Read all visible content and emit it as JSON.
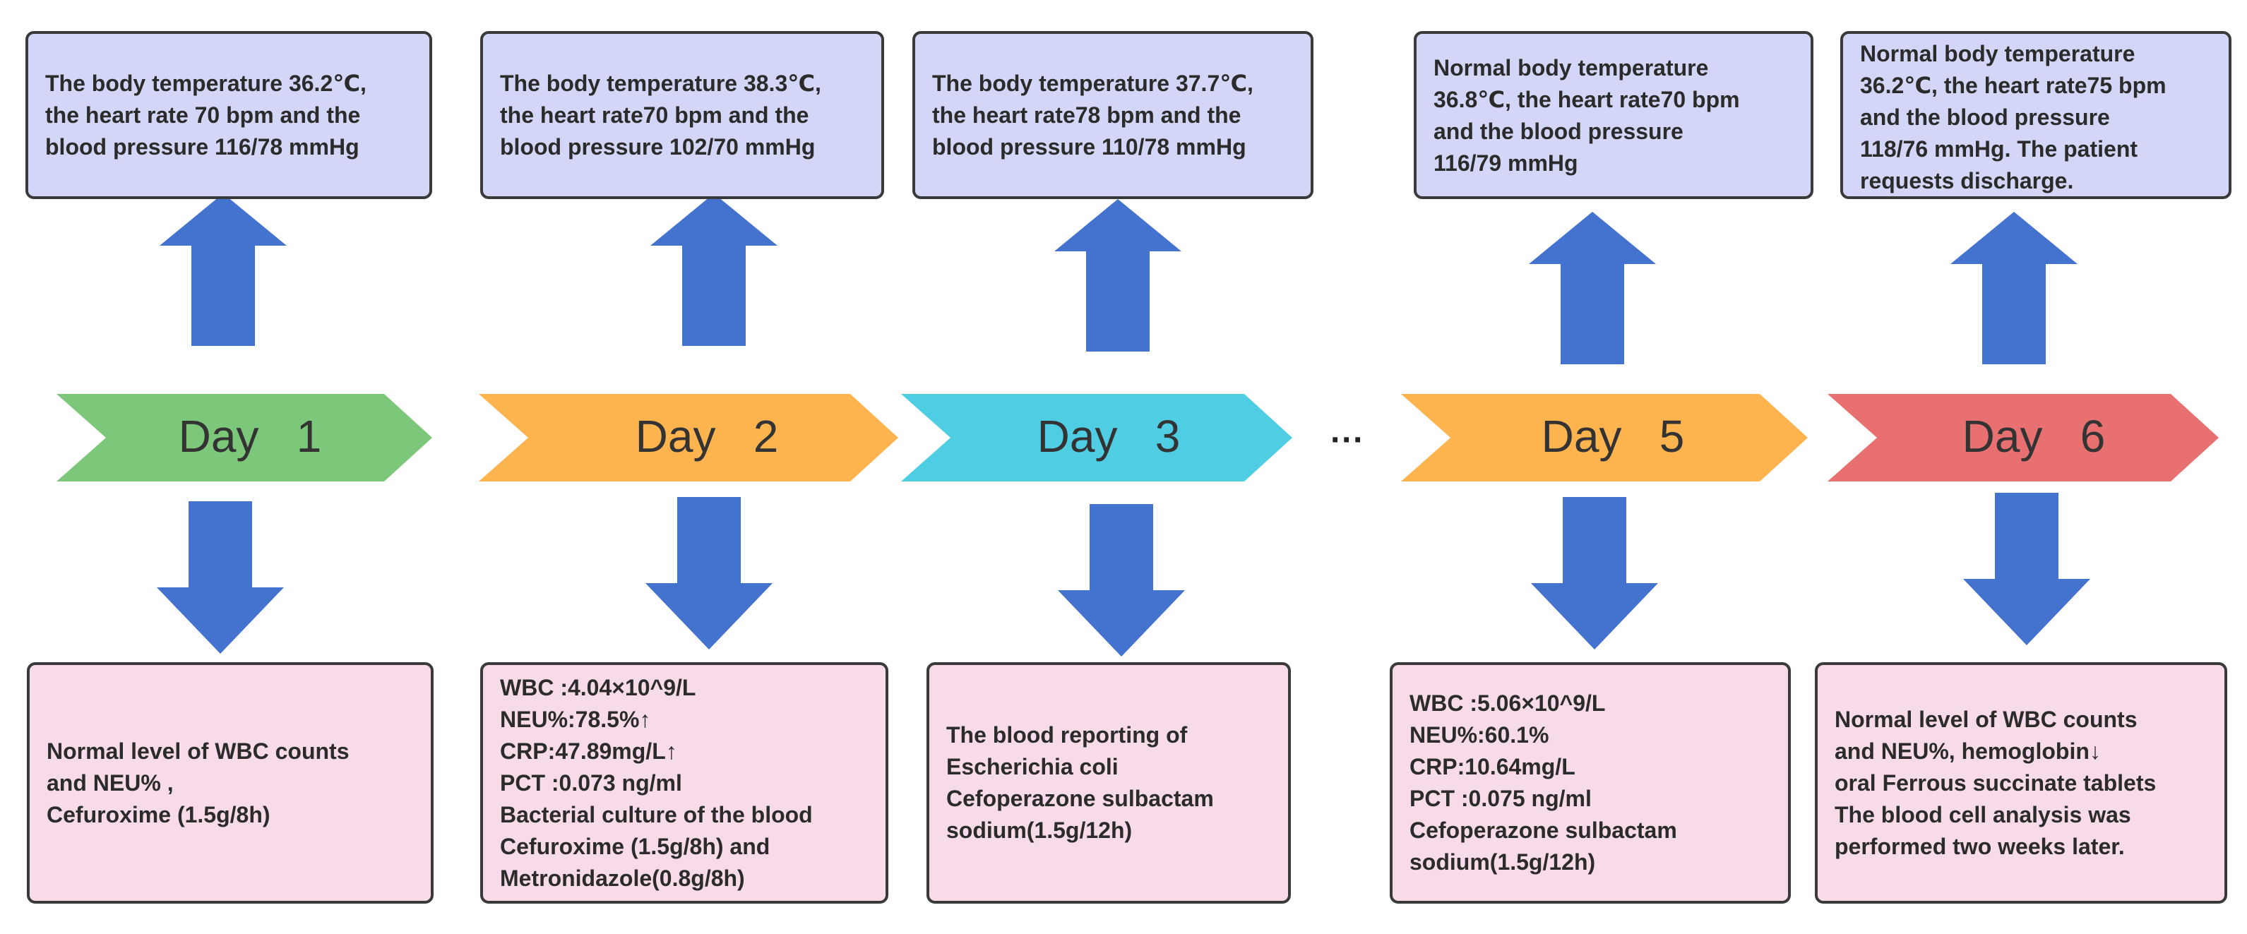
{
  "colors": {
    "arrow_blue": "#4472cf",
    "vitals_fill": "#d4d6f7",
    "labs_fill": "#f8dbe9",
    "border": "#3a3a3a"
  },
  "ellipsis": "···",
  "days": [
    {
      "label": "Day   1",
      "color": "#7dc77b",
      "vitals": [
        "The body temperature 36.2℃,",
        "the heart rate 70 bpm and the",
        "blood pressure 116/78 mmHg"
      ],
      "labs": [
        "Normal level of WBC counts",
        "and NEU% ,",
        "Cefuroxime (1.5g/8h)"
      ]
    },
    {
      "label": "Day   2",
      "color": "#fdb44e",
      "vitals": [
        "The body temperature 38.3℃,",
        "the heart rate70 bpm and the",
        "blood pressure 102/70 mmHg"
      ],
      "labs": [
        "WBC :4.04×10^9/L",
        "NEU%:78.5%↑",
        "CRP:47.89mg/L↑",
        "PCT :0.073 ng/ml",
        "Bacterial culture of the blood",
        "Cefuroxime (1.5g/8h) and",
        "Metronidazole(0.8g/8h)"
      ]
    },
    {
      "label": "Day   3",
      "color": "#4ecde3",
      "vitals": [
        "The body temperature 37.7℃,",
        "the heart rate78 bpm and the",
        "blood pressure 110/78 mmHg"
      ],
      "labs": [
        "The blood reporting of",
        "Escherichia coli",
        "Cefoperazone sulbactam",
        "sodium(1.5g/12h)"
      ]
    },
    {
      "label": "Day   5",
      "color": "#fdb44e",
      "vitals": [
        "Normal body temperature",
        "36.8℃, the heart rate70 bpm",
        "and the blood pressure",
        "116/79 mmHg"
      ],
      "labs": [
        "WBC :5.06×10^9/L",
        "NEU%:60.1%",
        "CRP:10.64mg/L",
        "PCT :0.075 ng/ml",
        "Cefoperazone sulbactam",
        "sodium(1.5g/12h)"
      ]
    },
    {
      "label": "Day   6",
      "color": "#e97070",
      "vitals": [
        "Normal body temperature",
        "36.2℃, the heart rate75 bpm",
        "and the blood pressure",
        "118/76 mmHg. The patient",
        "requests discharge."
      ],
      "labs": [
        "Normal level of WBC counts",
        "and NEU%, hemoglobin↓",
        "oral Ferrous succinate tablets",
        "The blood cell analysis was",
        "performed two weeks later."
      ]
    }
  ]
}
